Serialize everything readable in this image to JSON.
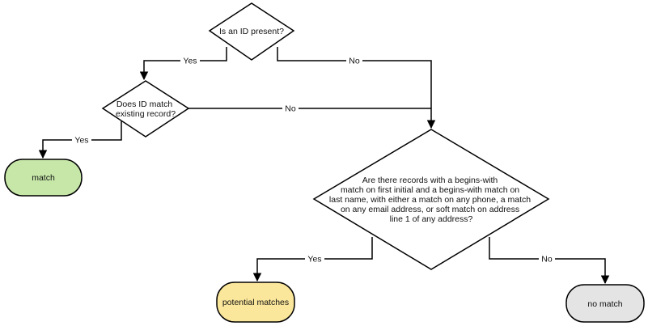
{
  "nodes": {
    "id_present": {
      "label": "Is an ID present?"
    },
    "id_match": {
      "lines": [
        "Does ID match",
        "existing record?"
      ]
    },
    "records_query": {
      "lines": [
        "Are there records with a begins-with",
        "match on first initial and a begins-with match on",
        "last name, with either a match on any phone, a match",
        "on any email address, or soft match on address",
        "line 1 of any address?"
      ]
    },
    "match": {
      "label": "match",
      "color": "#c6e7a8"
    },
    "potential_matches": {
      "label": "potential matches",
      "color": "#fbe79b"
    },
    "no_match": {
      "label": "no match",
      "color": "#e4e4e4"
    }
  },
  "edges": {
    "id_present_yes": {
      "label": "Yes"
    },
    "id_present_no": {
      "label": "No"
    },
    "id_match_yes": {
      "label": "Yes"
    },
    "id_match_no": {
      "label": "No"
    },
    "records_yes": {
      "label": "Yes"
    },
    "records_no": {
      "label": "No"
    }
  }
}
